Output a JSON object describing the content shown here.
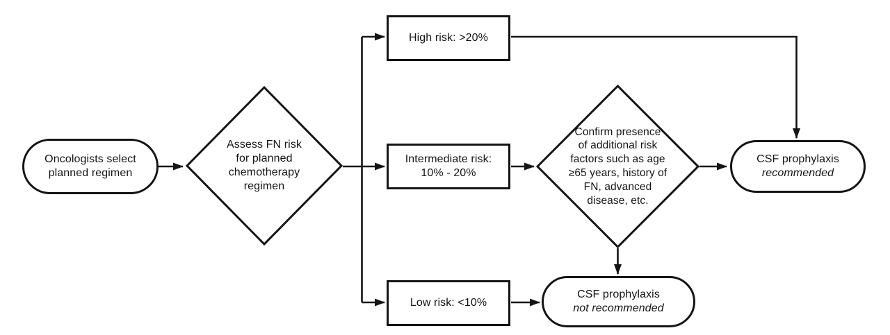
{
  "colors": {
    "ink": "#141414",
    "background": "#ffffff"
  },
  "nodes": {
    "start": {
      "label": "Oncologists select\nplanned regimen"
    },
    "assess": {
      "label": "Assess FN risk\nfor planned\nchemotherapy\nregimen"
    },
    "high": {
      "label": "High risk: >20%"
    },
    "intermediate": {
      "label": "Intermediate risk:\n10% - 20%"
    },
    "low": {
      "label": "Low risk: <10%"
    },
    "confirm": {
      "label": "Confirm presence\nof additional risk\nfactors such as age\n≥65 years, history of\nFN, advanced\ndisease, etc."
    },
    "recommended": {
      "line1": "CSF prophylaxis",
      "line2": "recommended"
    },
    "not_recommended": {
      "line1": "CSF prophylaxis",
      "line2": "not recommended"
    }
  }
}
